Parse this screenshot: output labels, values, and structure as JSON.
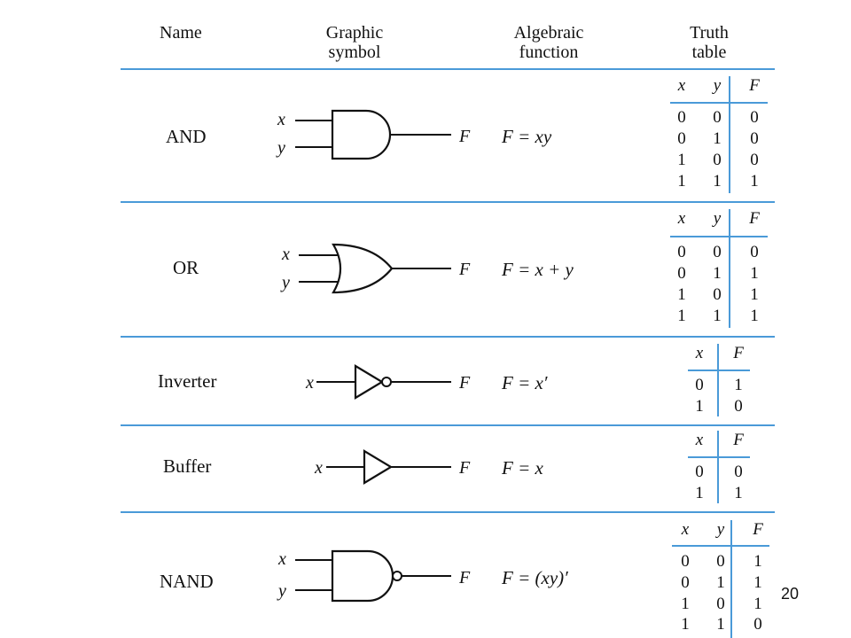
{
  "header": {
    "name": "Name",
    "graphic_line1": "Graphic",
    "graphic_line2": "symbol",
    "algebraic_line1": "Algebraic",
    "algebraic_line2": "function",
    "truth_line1": "Truth",
    "truth_line2": "table"
  },
  "gates": [
    {
      "name": "AND",
      "function": "F = xy",
      "inputs": [
        "x",
        "y"
      ],
      "output": "F",
      "truth": {
        "headers": [
          "x",
          "y",
          "F"
        ],
        "rows": [
          [
            "0",
            "0",
            "0"
          ],
          [
            "0",
            "1",
            "0"
          ],
          [
            "1",
            "0",
            "0"
          ],
          [
            "1",
            "1",
            "1"
          ]
        ]
      }
    },
    {
      "name": "OR",
      "function": "F = x + y",
      "inputs": [
        "x",
        "y"
      ],
      "output": "F",
      "truth": {
        "headers": [
          "x",
          "y",
          "F"
        ],
        "rows": [
          [
            "0",
            "0",
            "0"
          ],
          [
            "0",
            "1",
            "1"
          ],
          [
            "1",
            "0",
            "1"
          ],
          [
            "1",
            "1",
            "1"
          ]
        ]
      }
    },
    {
      "name": "Inverter",
      "function": "F = x′",
      "inputs": [
        "x"
      ],
      "output": "F",
      "truth": {
        "headers": [
          "x",
          "F"
        ],
        "rows": [
          [
            "0",
            "1"
          ],
          [
            "1",
            "0"
          ]
        ]
      }
    },
    {
      "name": "Buffer",
      "function": "F = x",
      "inputs": [
        "x"
      ],
      "output": "F",
      "truth": {
        "headers": [
          "x",
          "F"
        ],
        "rows": [
          [
            "0",
            "0"
          ],
          [
            "1",
            "1"
          ]
        ]
      }
    },
    {
      "name": "NAND",
      "function": "F = (xy)′",
      "inputs": [
        "x",
        "y"
      ],
      "output": "F",
      "truth": {
        "headers": [
          "x",
          "y",
          "F"
        ],
        "rows": [
          [
            "0",
            "0",
            "1"
          ],
          [
            "0",
            "1",
            "1"
          ],
          [
            "1",
            "0",
            "1"
          ],
          [
            "1",
            "1",
            "0"
          ]
        ]
      }
    }
  ],
  "page_number": "20",
  "colors": {
    "rule": "#4a9ad8",
    "ink": "#111111"
  }
}
